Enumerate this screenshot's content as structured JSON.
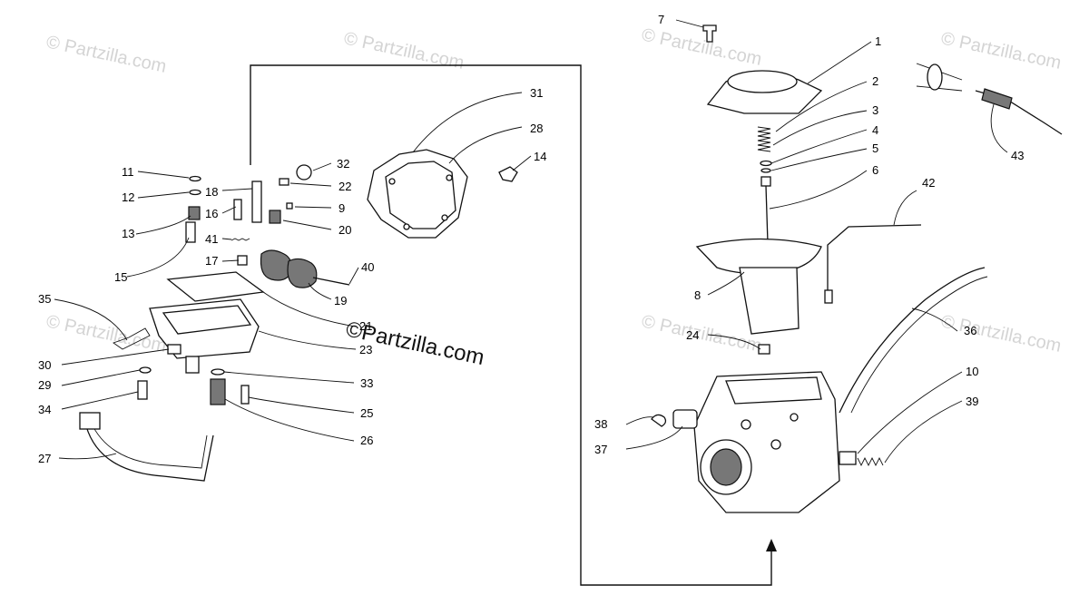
{
  "diagram": {
    "watermark_small": "© Partzilla.com",
    "watermark_main": "©Partzilla.com",
    "callouts": {
      "c1": "1",
      "c2": "2",
      "c3": "3",
      "c4": "4",
      "c5": "5",
      "c6": "6",
      "c7": "7",
      "c8": "8",
      "c9": "9",
      "c10": "10",
      "c11": "11",
      "c12": "12",
      "c13": "13",
      "c14": "14",
      "c15": "15",
      "c16": "16",
      "c17": "17",
      "c18": "18",
      "c19": "19",
      "c20": "20",
      "c21": "21",
      "c22": "22",
      "c23": "23",
      "c24": "24",
      "c25": "25",
      "c26": "26",
      "c27": "27",
      "c28": "28",
      "c29": "29",
      "c30": "30",
      "c31": "31",
      "c32": "32",
      "c33": "33",
      "c34": "34",
      "c35": "35",
      "c36": "36",
      "c37": "37",
      "c38": "38",
      "c39": "39",
      "c40": "40",
      "c41": "41",
      "c42": "42",
      "c43": "43"
    }
  }
}
